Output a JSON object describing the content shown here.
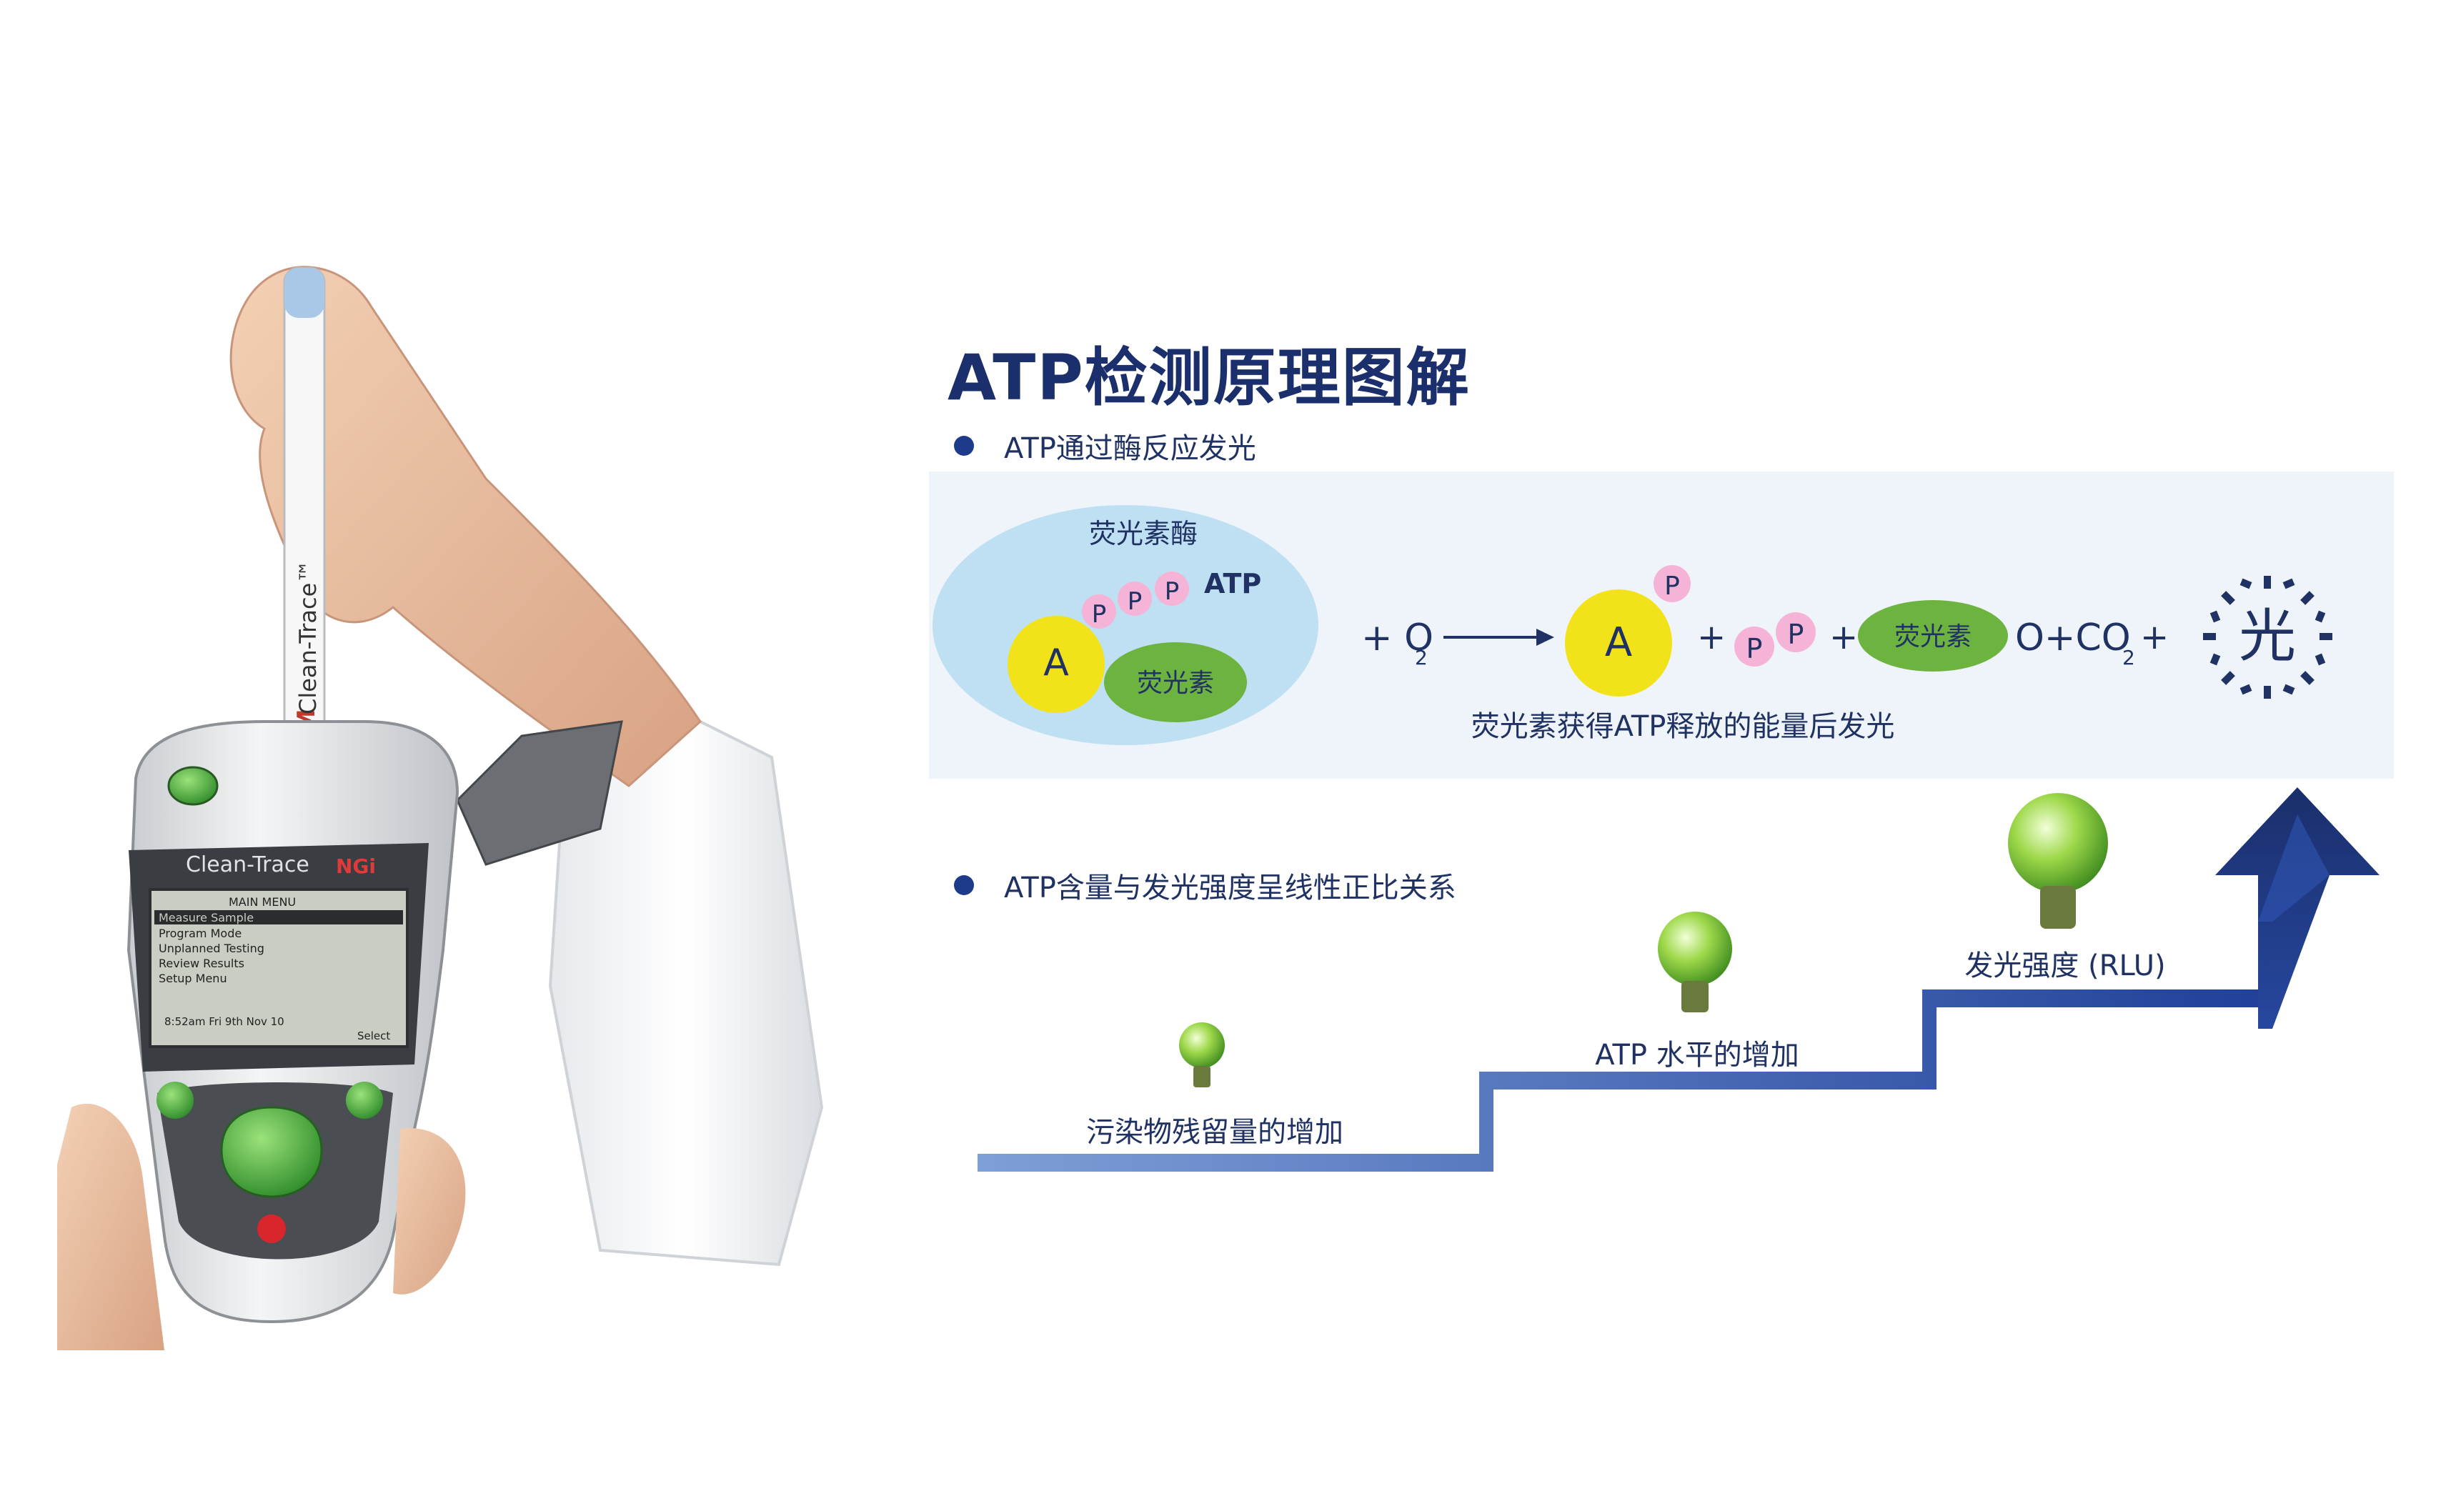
{
  "title": "ATP检测原理图解",
  "section1": {
    "heading": "ATP通过酶反应发光"
  },
  "reaction": {
    "enzyme_label": "荧光素酶",
    "atp_label": "ATP",
    "adenosine": "A",
    "phosphate": "P",
    "luciferin_label": "荧光素",
    "oxygen": "+ O",
    "oxygen_sub": "2",
    "plus": "+",
    "co2_prefix": "O+CO",
    "co2_sub": "2",
    "light_label": "光",
    "caption": "荧光素获得ATP释放的能量后发光"
  },
  "section2": {
    "heading": "ATP含量与发光强度呈线性正比关系"
  },
  "steps": [
    {
      "label": "污染物残留量的增加"
    },
    {
      "label": "ATP 水平的增加"
    },
    {
      "label": "发光强度 (RLU)"
    }
  ],
  "device": {
    "brand": "Clean-Trace",
    "model": "NGi",
    "swab_brand": "3M",
    "swab_name": "Clean-Trace™",
    "screen_title": "MAIN MENU",
    "menu_items": [
      "Measure Sample",
      "Program Mode",
      "Unplanned Testing",
      "Review Results",
      "Setup Menu"
    ],
    "status_line": "8:52am  Fri 9th Nov 10",
    "select_label": "Select"
  },
  "colors": {
    "navy": "#1a2f6b",
    "enzyme_blue": "#bfe0f2",
    "yellow": "#f2e21a",
    "green": "#6db33f",
    "pink": "#f6b3d8",
    "stair_blue": "#2f55b3"
  }
}
